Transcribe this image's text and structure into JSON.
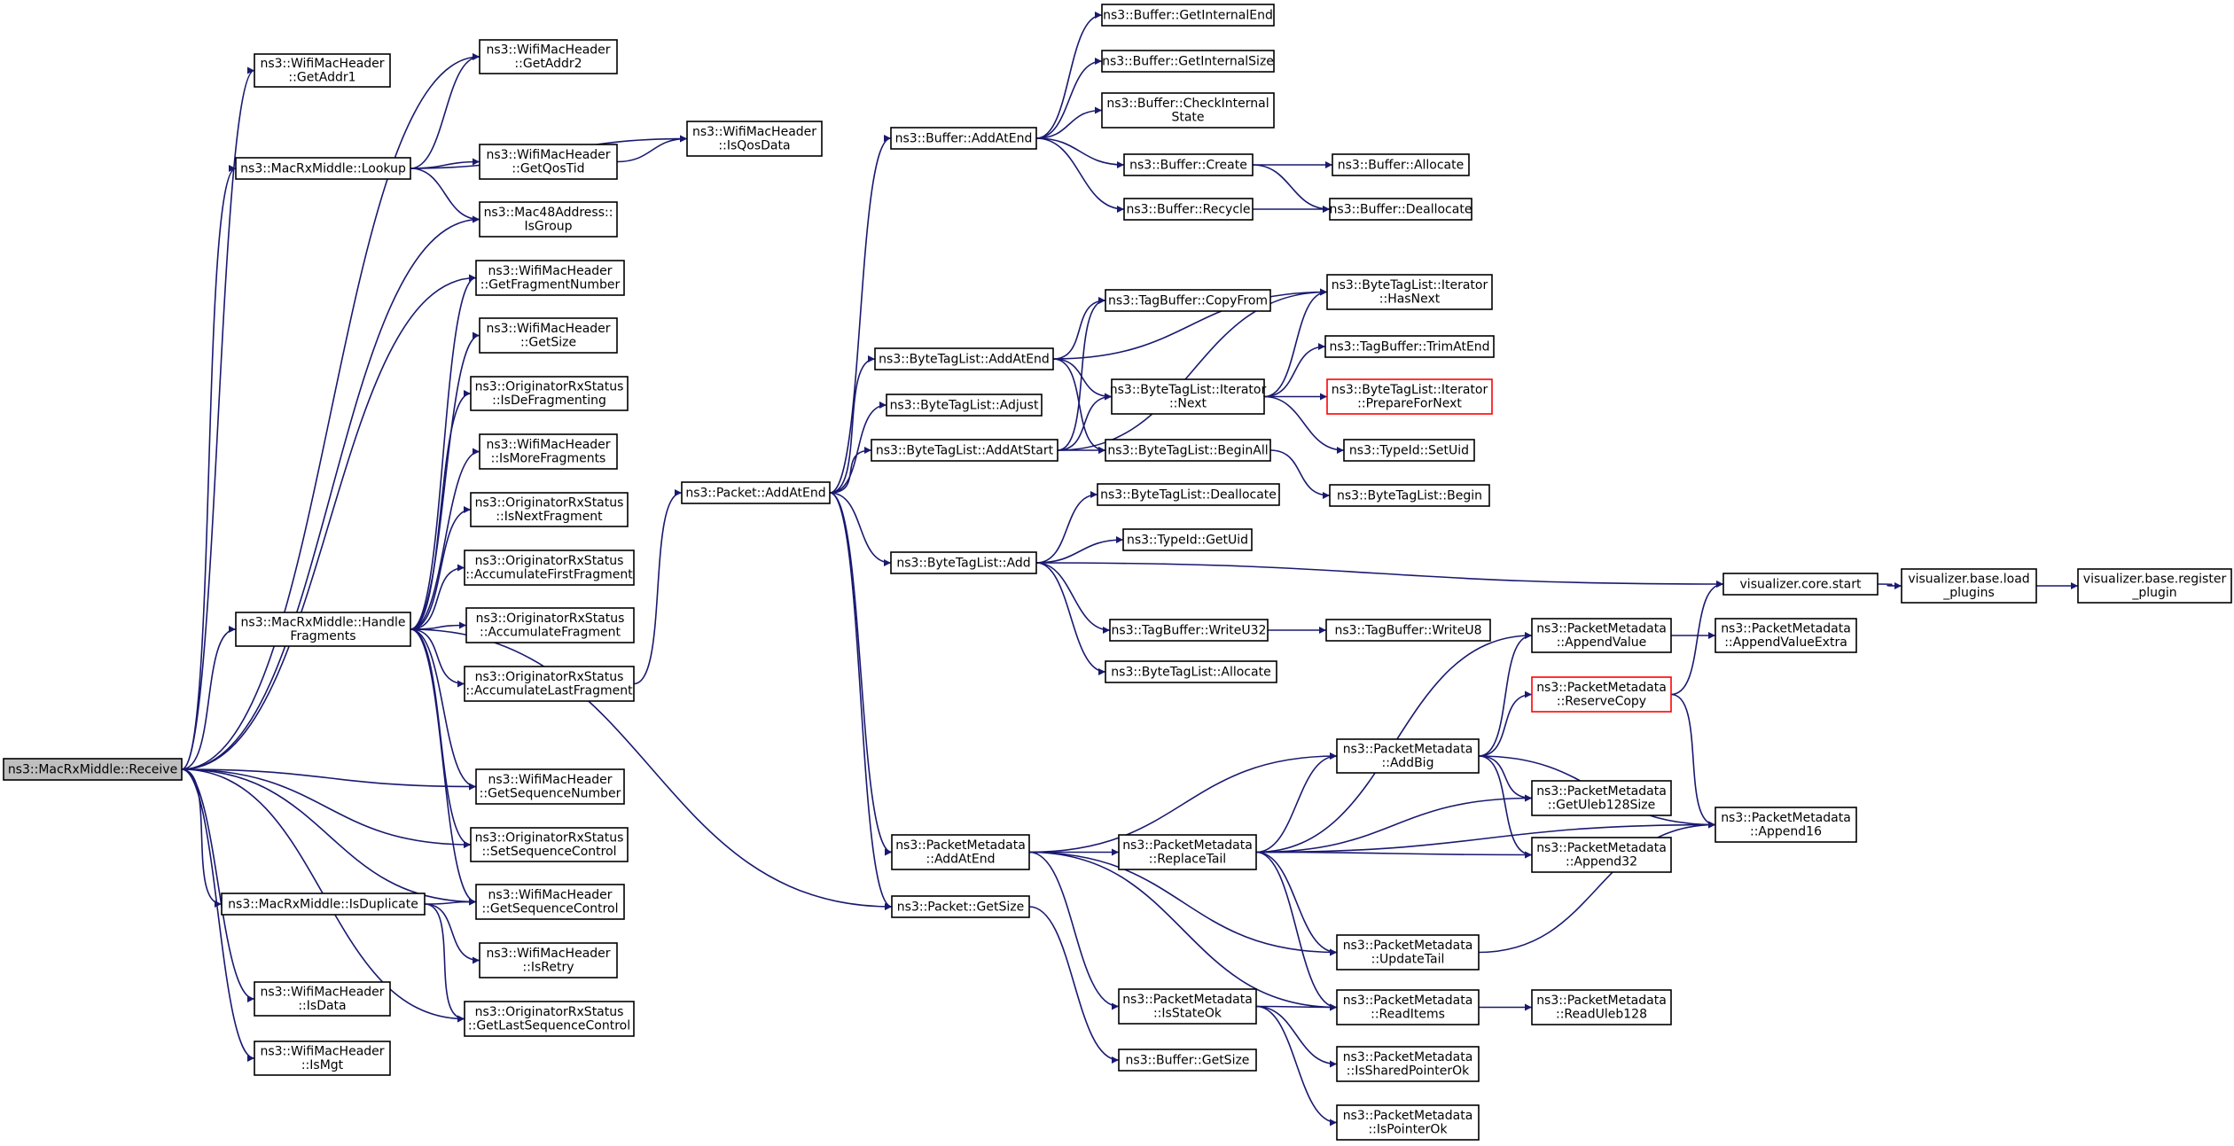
{
  "colors": {
    "edge": "#191970",
    "node_border": "#000000",
    "root_fill": "#bfbfbf",
    "incomplete_border": "#ff0000"
  },
  "nodes": [
    {
      "id": "recv",
      "lines": [
        "ns3::MacRxMiddle::Receive"
      ],
      "root": true
    },
    {
      "id": "getaddr1",
      "lines": [
        "ns3::WifiMacHeader",
        "::GetAddr1"
      ]
    },
    {
      "id": "getaddr2",
      "lines": [
        "ns3::WifiMacHeader",
        "::GetAddr2"
      ]
    },
    {
      "id": "lookup",
      "lines": [
        "ns3::MacRxMiddle::Lookup"
      ]
    },
    {
      "id": "getqostid",
      "lines": [
        "ns3::WifiMacHeader",
        "::GetQosTid"
      ]
    },
    {
      "id": "isqosdata",
      "lines": [
        "ns3::WifiMacHeader",
        "::IsQosData"
      ]
    },
    {
      "id": "isgroup",
      "lines": [
        "ns3::Mac48Address::",
        "IsGroup"
      ]
    },
    {
      "id": "getfragnum",
      "lines": [
        "ns3::WifiMacHeader",
        "::GetFragmentNumber"
      ]
    },
    {
      "id": "getsize_h",
      "lines": [
        "ns3::WifiMacHeader",
        "::GetSize"
      ]
    },
    {
      "id": "isdefrag",
      "lines": [
        "ns3::OriginatorRxStatus",
        "::IsDeFragmenting"
      ]
    },
    {
      "id": "ismorefrag",
      "lines": [
        "ns3::WifiMacHeader",
        "::IsMoreFragments"
      ]
    },
    {
      "id": "isnextfrag",
      "lines": [
        "ns3::OriginatorRxStatus",
        "::IsNextFragment"
      ]
    },
    {
      "id": "accfirst",
      "lines": [
        "ns3::OriginatorRxStatus",
        "::AccumulateFirstFragment"
      ]
    },
    {
      "id": "accfrag",
      "lines": [
        "ns3::OriginatorRxStatus",
        "::AccumulateFragment"
      ]
    },
    {
      "id": "acclast",
      "lines": [
        "ns3::OriginatorRxStatus",
        "::AccumulateLastFragment"
      ]
    },
    {
      "id": "handlefrag",
      "lines": [
        "ns3::MacRxMiddle::Handle",
        "Fragments"
      ]
    },
    {
      "id": "getseqnum",
      "lines": [
        "ns3::WifiMacHeader",
        "::GetSequenceNumber"
      ]
    },
    {
      "id": "setseqctrl",
      "lines": [
        "ns3::OriginatorRxStatus",
        "::SetSequenceControl"
      ]
    },
    {
      "id": "isdup",
      "lines": [
        "ns3::MacRxMiddle::IsDuplicate"
      ]
    },
    {
      "id": "getseqctrl",
      "lines": [
        "ns3::WifiMacHeader",
        "::GetSequenceControl"
      ]
    },
    {
      "id": "isretry",
      "lines": [
        "ns3::WifiMacHeader",
        "::IsRetry"
      ]
    },
    {
      "id": "isdata",
      "lines": [
        "ns3::WifiMacHeader",
        "::IsData"
      ]
    },
    {
      "id": "getlastseq",
      "lines": [
        "ns3::OriginatorRxStatus",
        "::GetLastSequenceControl"
      ]
    },
    {
      "id": "ismgt",
      "lines": [
        "ns3::WifiMacHeader",
        "::IsMgt"
      ]
    },
    {
      "id": "pktaddatend",
      "lines": [
        "ns3::Packet::AddAtEnd"
      ]
    },
    {
      "id": "bufaddatend",
      "lines": [
        "ns3::Buffer::AddAtEnd"
      ]
    },
    {
      "id": "bufgetintend",
      "lines": [
        "ns3::Buffer::GetInternalEnd"
      ]
    },
    {
      "id": "bufgetintsize",
      "lines": [
        "ns3::Buffer::GetInternalSize"
      ]
    },
    {
      "id": "bufcheckint",
      "lines": [
        "ns3::Buffer::CheckInternal",
        "State"
      ]
    },
    {
      "id": "bufcreate",
      "lines": [
        "ns3::Buffer::Create"
      ]
    },
    {
      "id": "bufallocate",
      "lines": [
        "ns3::Buffer::Allocate"
      ]
    },
    {
      "id": "bufrecycle",
      "lines": [
        "ns3::Buffer::Recycle"
      ]
    },
    {
      "id": "bufdealloc",
      "lines": [
        "ns3::Buffer::Deallocate"
      ]
    },
    {
      "id": "btladdatend",
      "lines": [
        "ns3::ByteTagList::AddAtEnd"
      ]
    },
    {
      "id": "tbcopyfrom",
      "lines": [
        "ns3::TagBuffer::CopyFrom"
      ]
    },
    {
      "id": "btlithasnext",
      "lines": [
        "ns3::ByteTagList::Iterator",
        "::HasNext"
      ]
    },
    {
      "id": "tbtrimatend",
      "lines": [
        "ns3::TagBuffer::TrimAtEnd"
      ]
    },
    {
      "id": "btlitnext",
      "lines": [
        "ns3::ByteTagList::Iterator",
        "::Next"
      ]
    },
    {
      "id": "btlitprep",
      "lines": [
        "ns3::ByteTagList::Iterator",
        "::PrepareForNext"
      ],
      "red": true
    },
    {
      "id": "btladjust",
      "lines": [
        "ns3::ByteTagList::Adjust"
      ]
    },
    {
      "id": "btladdatstart",
      "lines": [
        "ns3::ByteTagList::AddAtStart"
      ]
    },
    {
      "id": "btlbeginall",
      "lines": [
        "ns3::ByteTagList::BeginAll"
      ]
    },
    {
      "id": "typeidsetuid",
      "lines": [
        "ns3::TypeId::SetUid"
      ]
    },
    {
      "id": "btlbegin",
      "lines": [
        "ns3::ByteTagList::Begin"
      ]
    },
    {
      "id": "btldealloc",
      "lines": [
        "ns3::ByteTagList::Deallocate"
      ]
    },
    {
      "id": "typeidgetuid",
      "lines": [
        "ns3::TypeId::GetUid"
      ]
    },
    {
      "id": "btladd",
      "lines": [
        "ns3::ByteTagList::Add"
      ]
    },
    {
      "id": "vizstart",
      "lines": [
        "visualizer.core.start"
      ]
    },
    {
      "id": "vizload",
      "lines": [
        "visualizer.base.load",
        "_plugins"
      ]
    },
    {
      "id": "vizreg",
      "lines": [
        "visualizer.base.register",
        "_plugin"
      ]
    },
    {
      "id": "tbwriteu32",
      "lines": [
        "ns3::TagBuffer::WriteU32"
      ]
    },
    {
      "id": "tbwriteu8",
      "lines": [
        "ns3::TagBuffer::WriteU8"
      ]
    },
    {
      "id": "pmappendvalue",
      "lines": [
        "ns3::PacketMetadata",
        "::AppendValue"
      ]
    },
    {
      "id": "pmappendvalueextra",
      "lines": [
        "ns3::PacketMetadata",
        "::AppendValueExtra"
      ]
    },
    {
      "id": "btlallocate",
      "lines": [
        "ns3::ByteTagList::Allocate"
      ]
    },
    {
      "id": "pmreservecopy",
      "lines": [
        "ns3::PacketMetadata",
        "::ReserveCopy"
      ],
      "red": true
    },
    {
      "id": "pmaddbig",
      "lines": [
        "ns3::PacketMetadata",
        "::AddBig"
      ]
    },
    {
      "id": "pmgetuleb",
      "lines": [
        "ns3::PacketMetadata",
        "::GetUleb128Size"
      ]
    },
    {
      "id": "pmappend16",
      "lines": [
        "ns3::PacketMetadata",
        "::Append16"
      ]
    },
    {
      "id": "pmaddatend",
      "lines": [
        "ns3::PacketMetadata",
        "::AddAtEnd"
      ]
    },
    {
      "id": "pmreplacetail",
      "lines": [
        "ns3::PacketMetadata",
        "::ReplaceTail"
      ]
    },
    {
      "id": "pmappend32",
      "lines": [
        "ns3::PacketMetadata",
        "::Append32"
      ]
    },
    {
      "id": "pktgetsize",
      "lines": [
        "ns3::Packet::GetSize"
      ]
    },
    {
      "id": "pmupdatetail",
      "lines": [
        "ns3::PacketMetadata",
        "::UpdateTail"
      ]
    },
    {
      "id": "pmisstateok",
      "lines": [
        "ns3::PacketMetadata",
        "::IsStateOk"
      ]
    },
    {
      "id": "pmreaditems",
      "lines": [
        "ns3::PacketMetadata",
        "::ReadItems"
      ]
    },
    {
      "id": "pmreaduleb",
      "lines": [
        "ns3::PacketMetadata",
        "::ReadUleb128"
      ]
    },
    {
      "id": "bufgetsize",
      "lines": [
        "ns3::Buffer::GetSize"
      ]
    },
    {
      "id": "pmissharedptr",
      "lines": [
        "ns3::PacketMetadata",
        "::IsSharedPointerOk"
      ]
    },
    {
      "id": "pmisptrok",
      "lines": [
        "ns3::PacketMetadata",
        "::IsPointerOk"
      ]
    }
  ],
  "edges": [
    [
      "recv",
      "getaddr1"
    ],
    [
      "recv",
      "getaddr2"
    ],
    [
      "recv",
      "lookup"
    ],
    [
      "recv",
      "isgroup"
    ],
    [
      "recv",
      "getfragnum"
    ],
    [
      "recv",
      "handlefrag"
    ],
    [
      "recv",
      "getseqnum"
    ],
    [
      "recv",
      "setseqctrl"
    ],
    [
      "recv",
      "getseqctrl"
    ],
    [
      "recv",
      "isdup"
    ],
    [
      "recv",
      "isdata"
    ],
    [
      "recv",
      "getlastseq"
    ],
    [
      "recv",
      "ismgt"
    ],
    [
      "lookup",
      "getaddr2"
    ],
    [
      "lookup",
      "isqosdata"
    ],
    [
      "lookup",
      "getqostid"
    ],
    [
      "lookup",
      "isgroup"
    ],
    [
      "getqostid",
      "isqosdata"
    ],
    [
      "handlefrag",
      "getfragnum"
    ],
    [
      "handlefrag",
      "getsize_h"
    ],
    [
      "handlefrag",
      "isdefrag"
    ],
    [
      "handlefrag",
      "ismorefrag"
    ],
    [
      "handlefrag",
      "isnextfrag"
    ],
    [
      "handlefrag",
      "accfirst"
    ],
    [
      "handlefrag",
      "accfrag"
    ],
    [
      "handlefrag",
      "acclast"
    ],
    [
      "handlefrag",
      "getseqnum"
    ],
    [
      "handlefrag",
      "setseqctrl"
    ],
    [
      "handlefrag",
      "getseqctrl"
    ],
    [
      "handlefrag",
      "pktgetsize"
    ],
    [
      "acclast",
      "pktaddatend"
    ],
    [
      "isdup",
      "getseqctrl"
    ],
    [
      "isdup",
      "isretry"
    ],
    [
      "isdup",
      "getlastseq"
    ],
    [
      "pktaddatend",
      "bufaddatend"
    ],
    [
      "pktaddatend",
      "btladdatend"
    ],
    [
      "pktaddatend",
      "btladjust"
    ],
    [
      "pktaddatend",
      "btladdatstart"
    ],
    [
      "pktaddatend",
      "btladd"
    ],
    [
      "pktaddatend",
      "pmaddatend"
    ],
    [
      "pktaddatend",
      "pktgetsize"
    ],
    [
      "bufaddatend",
      "bufgetintend"
    ],
    [
      "bufaddatend",
      "bufgetintsize"
    ],
    [
      "bufaddatend",
      "bufcheckint"
    ],
    [
      "bufaddatend",
      "bufcreate"
    ],
    [
      "bufaddatend",
      "bufrecycle"
    ],
    [
      "bufcreate",
      "bufallocate"
    ],
    [
      "bufcreate",
      "bufdealloc"
    ],
    [
      "bufrecycle",
      "bufdealloc"
    ],
    [
      "btladdatend",
      "btlithasnext"
    ],
    [
      "btladdatend",
      "tbcopyfrom"
    ],
    [
      "btladdatend",
      "btlitnext"
    ],
    [
      "btladdatend",
      "btlbeginall"
    ],
    [
      "btlitnext",
      "btlithasnext"
    ],
    [
      "btlitnext",
      "tbtrimatend"
    ],
    [
      "btlitnext",
      "btlitprep"
    ],
    [
      "btlitnext",
      "typeidsetuid"
    ],
    [
      "btladdatstart",
      "tbcopyfrom"
    ],
    [
      "btladdatstart",
      "btlithasnext"
    ],
    [
      "btladdatstart",
      "btlitnext"
    ],
    [
      "btladdatstart",
      "btlbeginall"
    ],
    [
      "btlbeginall",
      "btlbegin"
    ],
    [
      "btladd",
      "btldealloc"
    ],
    [
      "btladd",
      "typeidgetuid"
    ],
    [
      "btladd",
      "vizstart"
    ],
    [
      "btladd",
      "tbwriteu32"
    ],
    [
      "btladd",
      "btlallocate"
    ],
    [
      "tbwriteu32",
      "tbwriteu8"
    ],
    [
      "vizstart",
      "vizload"
    ],
    [
      "vizload",
      "vizreg"
    ],
    [
      "pmappendvalue",
      "pmappendvalueextra"
    ],
    [
      "pmreservecopy",
      "vizstart"
    ],
    [
      "pmreservecopy",
      "pmappend16"
    ],
    [
      "pmaddbig",
      "pmappendvalue"
    ],
    [
      "pmaddbig",
      "pmreservecopy"
    ],
    [
      "pmaddbig",
      "pmgetuleb"
    ],
    [
      "pmaddbig",
      "pmappend32"
    ],
    [
      "pmaddbig",
      "pmappend16"
    ],
    [
      "pmaddatend",
      "pmaddbig"
    ],
    [
      "pmaddatend",
      "pmreplacetail"
    ],
    [
      "pmaddatend",
      "pmupdatetail"
    ],
    [
      "pmaddatend",
      "pmisstateok"
    ],
    [
      "pmaddatend",
      "pmreaditems"
    ],
    [
      "pmreplacetail",
      "pmappendvalue"
    ],
    [
      "pmreplacetail",
      "pmaddbig"
    ],
    [
      "pmreplacetail",
      "pmgetuleb"
    ],
    [
      "pmreplacetail",
      "pmappend32"
    ],
    [
      "pmreplacetail",
      "pmappend16"
    ],
    [
      "pmreplacetail",
      "pmupdatetail"
    ],
    [
      "pmreplacetail",
      "pmreaditems"
    ],
    [
      "pmupdatetail",
      "pmappend16"
    ],
    [
      "pmisstateok",
      "pmreaditems"
    ],
    [
      "pmisstateok",
      "pmissharedptr"
    ],
    [
      "pmisstateok",
      "pmisptrok"
    ],
    [
      "pmreaditems",
      "pmreaduleb"
    ],
    [
      "pktgetsize",
      "bufgetsize"
    ]
  ]
}
